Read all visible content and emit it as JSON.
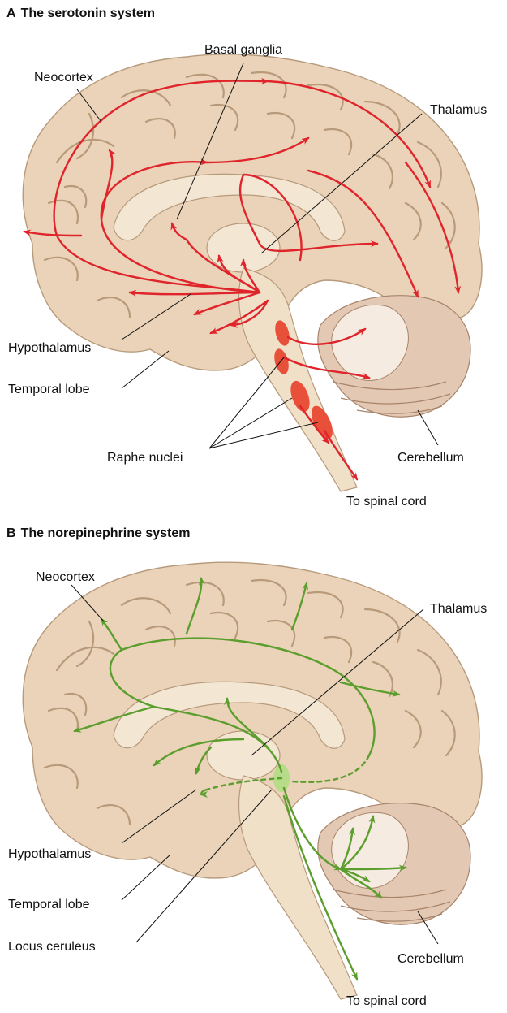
{
  "panel_a": {
    "letter": "A",
    "title": "The serotonin system",
    "labels": {
      "neocortex": "Neocortex",
      "basal_ganglia": "Basal ganglia",
      "thalamus": "Thalamus",
      "hypothalamus": "Hypothalamus",
      "temporal_lobe": "Temporal lobe",
      "raphe_nuclei": "Raphe nuclei",
      "cerebellum": "Cerebellum",
      "spinal_cord": "To spinal cord"
    },
    "pathway_color": "#e0242b"
  },
  "panel_b": {
    "letter": "B",
    "title": "The norepinephrine system",
    "labels": {
      "neocortex": "Neocortex",
      "thalamus": "Thalamus",
      "hypothalamus": "Hypothalamus",
      "temporal_lobe": "Temporal lobe",
      "locus_ceruleus": "Locus ceruleus",
      "cerebellum": "Cerebellum",
      "spinal_cord": "To spinal cord"
    },
    "pathway_color": "#5b9e2d"
  },
  "colors": {
    "cortex": "#ead3b8",
    "cerebellum": "#e3c9b4",
    "nucleus_serotonin": "#e8503a",
    "nucleus_norepinephrine": "#b6dc8a"
  }
}
